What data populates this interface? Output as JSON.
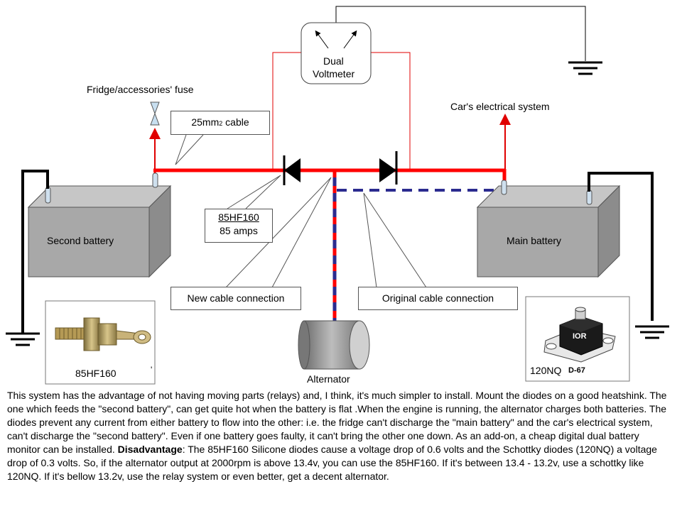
{
  "labels": {
    "voltmeter_line1": "Dual",
    "voltmeter_line2": "Voltmeter",
    "fuse": "Fridge/accessories' fuse",
    "cable_size": "25mm",
    "cable_sub": "2",
    "cable_word": " cable",
    "car_system": "Car's electrical system",
    "diode_model": "85HF160",
    "diode_amps": "85 amps",
    "second_battery": "Second battery",
    "main_battery": "Main battery",
    "new_connection": "New cable connection",
    "original_connection": "Original cable connection",
    "alternator": "Alternator",
    "photo1_caption": "85HF160",
    "photo1_mark": "'",
    "photo2_caption": "120NQ",
    "photo2_code": "D-67",
    "photo2_logo": "IOR"
  },
  "description": {
    "part1": "This system has the advantage of not having moving parts (relays) and, I think, it's much simpler to install. Mount the diodes on a good heatshink. The one which feeds the \"second battery\", can get quite hot when the battery is flat .When the engine is running, the alternator charges both batteries. The diodes prevent any current from either battery to flow into the other: i.e. the fridge can't discharge the \"main battery\" and the car's electrical system, can't discharge the \"second battery\". Even if one battery goes faulty, it can't bring the other one down. As an add-on, a cheap digital dual battery monitor can be installed. ",
    "bold": "Disadvantage",
    "part2": ": The 85HF160 Silicone diodes cause a voltage drop of 0.6 volts and the Schottky diodes (120NQ) a voltage drop of 0.3 volts. So, if the alternator output at 2000rpm is above 13.4v, you can use the 85HF160. If it's between 13.4 - 13.2v, use a schottky like 120NQ. If it's bellow 13.2v,  use the relay system or even better, get a decent alternator."
  },
  "colors": {
    "cable_red": "#ff0000",
    "cable_blue": "#2b2b8f",
    "battery_gray": "#a8a8a8",
    "wire_black": "#000000"
  }
}
